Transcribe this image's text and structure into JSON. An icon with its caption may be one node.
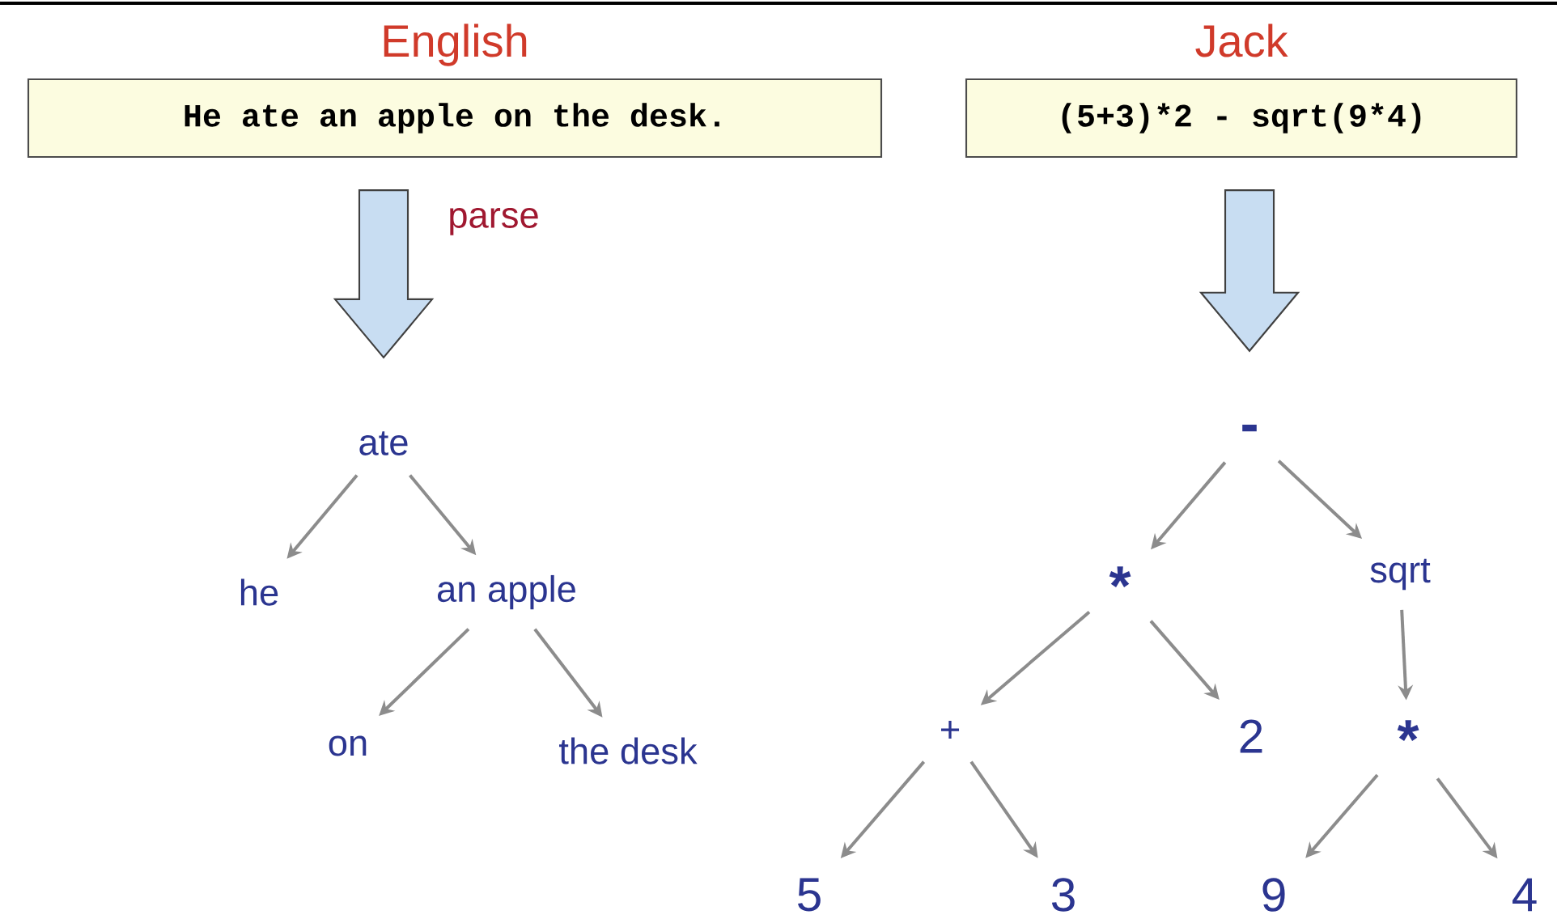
{
  "diagram": {
    "nodes": [
      {
        "text": [
          "English",
          "He ate an apple on the desk."
        ]
      },
      {
        "text": [
          "Jack",
          "(5+3)*2 - sqrt(9*4)"
        ]
      },
      {
        "text": [
          "ate"
        ]
      },
      {
        "text": [
          "he"
        ]
      },
      {
        "text": [
          "an apple"
        ]
      },
      {
        "text": [
          "on"
        ]
      },
      {
        "text": [
          "the desk"
        ]
      },
      {
        "text": [
          "-"
        ]
      },
      {
        "text": [
          "*"
        ]
      },
      {
        "text": [
          "sqrt"
        ]
      },
      {
        "text": [
          "+"
        ]
      },
      {
        "text": [
          "2"
        ]
      },
      {
        "text": [
          "*"
        ]
      },
      {
        "text": [
          "5"
        ]
      },
      {
        "text": [
          "3"
        ]
      },
      {
        "text": [
          "9"
        ]
      },
      {
        "text": [
          "4"
        ]
      }
    ],
    "edges": [
      {
        "from": 0,
        "to": 2,
        "arrow": "to",
        "label": "parse"
      },
      {
        "from": 1,
        "to": 7,
        "arrow": "to"
      },
      {
        "from": 2,
        "to": 3,
        "arrow": "to"
      },
      {
        "from": 2,
        "to": 4,
        "arrow": "to"
      },
      {
        "from": 4,
        "to": 5,
        "arrow": "to"
      },
      {
        "from": 4,
        "to": 6,
        "arrow": "to"
      },
      {
        "from": 7,
        "to": 8,
        "arrow": "to"
      },
      {
        "from": 7,
        "to": 9,
        "arrow": "to"
      },
      {
        "from": 8,
        "to": 10,
        "arrow": "to"
      },
      {
        "from": 8,
        "to": 11,
        "arrow": "to"
      },
      {
        "from": 9,
        "to": 12,
        "arrow": "to"
      },
      {
        "from": 10,
        "to": 13,
        "arrow": "to"
      },
      {
        "from": 10,
        "to": 14,
        "arrow": "to"
      },
      {
        "from": 12,
        "to": 15,
        "arrow": "to"
      },
      {
        "from": 12,
        "to": 16,
        "arrow": "to"
      }
    ]
  }
}
